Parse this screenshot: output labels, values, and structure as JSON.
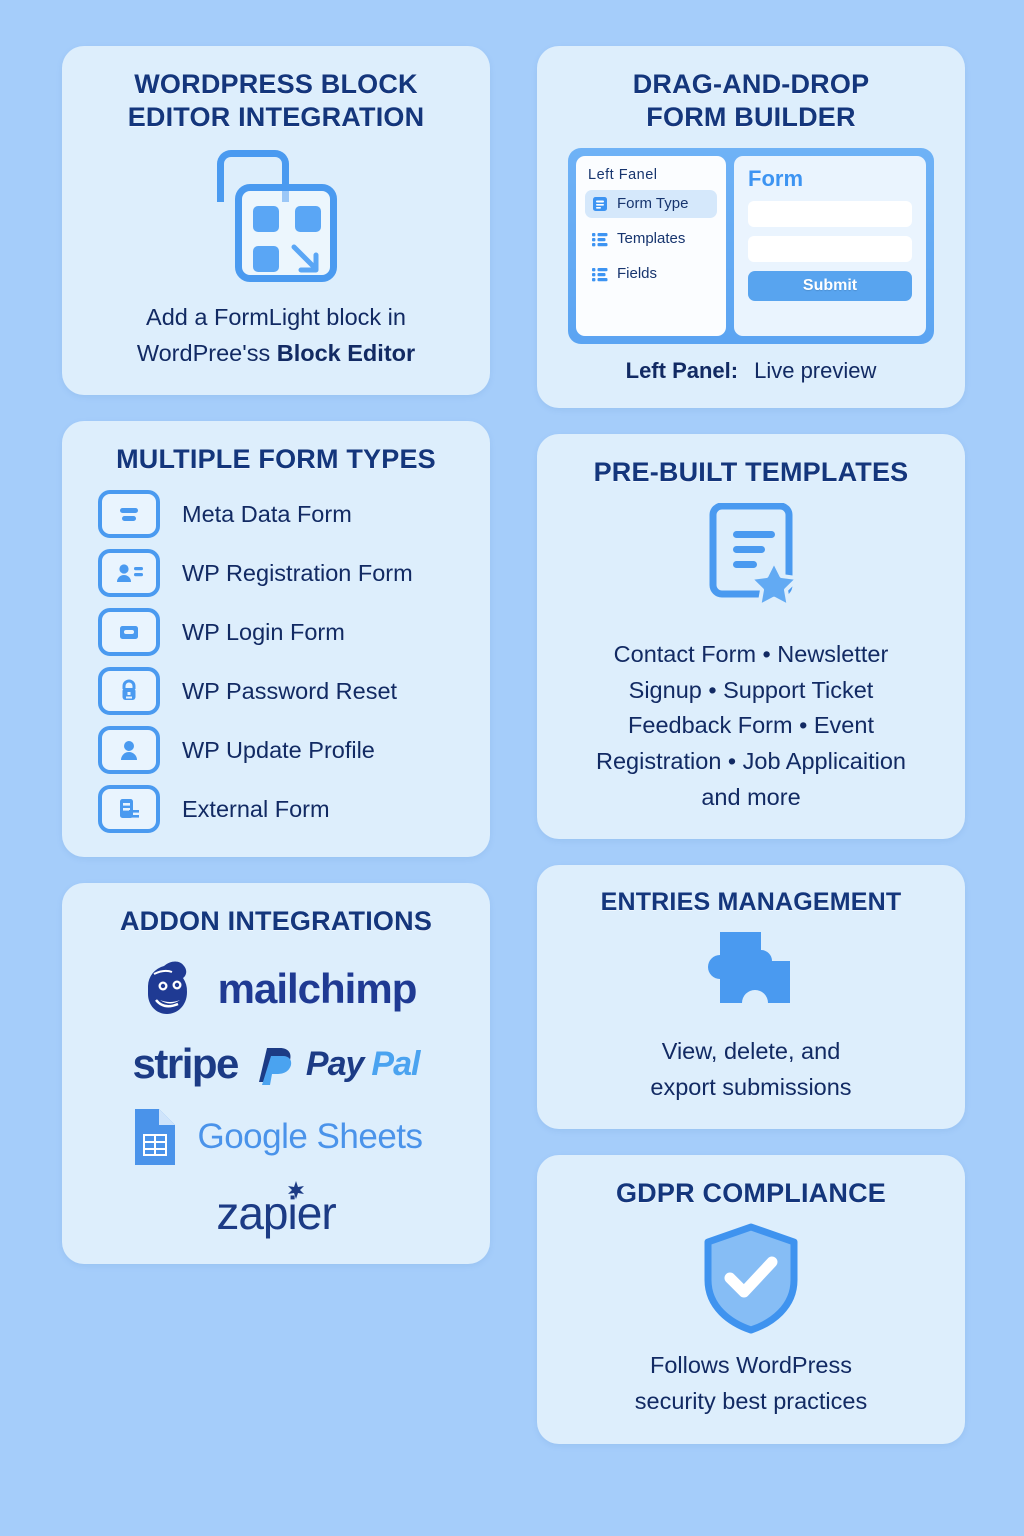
{
  "colors": {
    "background": "#a5cdfa",
    "card": "#ddeefc",
    "title": "#14367c",
    "body": "#122a63",
    "accent_blue": "#4a9af0",
    "submit_blue": "#58a4ef"
  },
  "cards": {
    "block_editor": {
      "title_line1": "WORDPRESS BLOCK",
      "title_line2": "EDITOR INTEGRATION",
      "body_line1": "Add a FormLight block in",
      "body_line2_plain": "WordPree'ss ",
      "body_line2_bold": "Block Editor",
      "icon": "block-editor-icon"
    },
    "form_builder": {
      "title_line1": "DRAG-AND-DROP",
      "title_line2": "FORM BUILDER",
      "panel_heading": "Left  Fanel",
      "panel_items": [
        {
          "label": "Form Type",
          "icon": "document-list-icon",
          "active": true
        },
        {
          "label": "Templates",
          "icon": "list-icon",
          "active": false
        },
        {
          "label": "Fields",
          "icon": "list-icon",
          "active": false
        }
      ],
      "preview_title": "Form",
      "preview_inputs": [
        "",
        ""
      ],
      "submit_label": "Submit",
      "caption_bold": "Left Panel:",
      "caption_plain": "Live preview"
    },
    "form_types": {
      "title": "MULTIPLE FORM TYPES",
      "items": [
        {
          "label": "Meta Data Form",
          "icon": "meta-data-icon"
        },
        {
          "label": "WP Registration Form",
          "icon": "user-card-icon"
        },
        {
          "label": "WP Login Form",
          "icon": "login-box-icon"
        },
        {
          "label": "WP Password Reset",
          "icon": "lock-icon"
        },
        {
          "label": "WP Update Profile",
          "icon": "person-icon"
        },
        {
          "label": "External Form",
          "icon": "external-doc-icon"
        }
      ]
    },
    "templates": {
      "title": "PRE-BUILT TEMPLATES",
      "icon": "document-star-icon",
      "body_line1": "Contact Form • Newsletter",
      "body_line2": "Signup • Support Ticket",
      "body_line3": "Feedback Form • Event",
      "body_line4": "Registration • Job Applicaition",
      "body_line5": "and more"
    },
    "entries": {
      "title": "ENTRIES MANAGEMENT",
      "icon": "puzzle-piece-icon",
      "body_line1": "View, delete, and",
      "body_line2": "export submissions"
    },
    "addons": {
      "title": "ADDON INTEGRATIONS",
      "logos": [
        {
          "name": "mailchimp",
          "text": "mailchimp"
        },
        {
          "name": "stripe",
          "text": "stripe"
        },
        {
          "name": "paypal",
          "text_part1": "Pay",
          "text_part2": "Pal"
        },
        {
          "name": "google-sheets",
          "text": "Google Sheets"
        },
        {
          "name": "zapier",
          "text": "zapier"
        }
      ]
    },
    "gdpr": {
      "title": "GDPR COMPLIANCE",
      "icon": "shield-check-icon",
      "body_line1": "Follows WordPress",
      "body_line2": "security best practices"
    }
  }
}
